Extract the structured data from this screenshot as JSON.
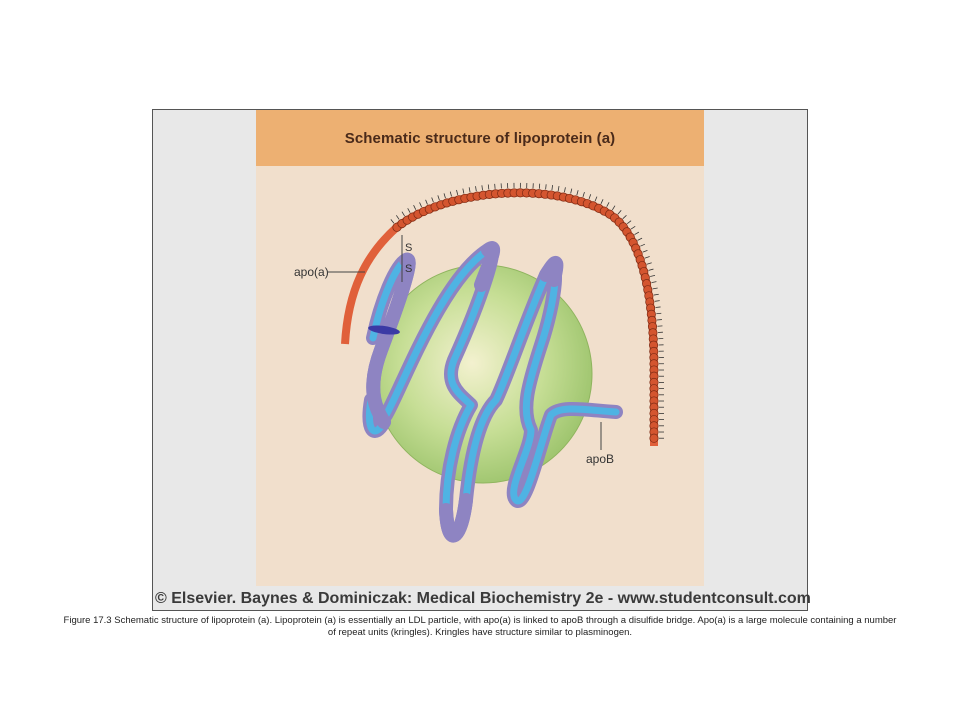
{
  "diagram": {
    "title": "Schematic structure of lipoprotein (a)",
    "labels": {
      "apo_a": "apo(a)",
      "apo_b": "apoB",
      "disulfide": [
        "S",
        "S"
      ]
    },
    "copyright": "© Elsevier. Baynes & Dominiczak: Medical Biochemistry 2e - www.studentconsult.com"
  },
  "caption": "Figure 17.3 Schematic structure of lipoprotein (a). Lipoprotein (a) is essentially an LDL particle, with apo(a) is linked to apoB through a disulfide bridge. Apo(a) is a large molecule containing a number of repeat units (kringles). Kringles have structure similar to plasminogen.",
  "colors": {
    "panel_bg": "#f1dfcc",
    "title_bg": "#edb072",
    "apo_a": "#e0603a",
    "kringle": "#d4552f",
    "ldl_particle": "#b8d680",
    "apo_b_outer": "#9a8fc6",
    "apo_b_inner": "#4fb3e3"
  }
}
